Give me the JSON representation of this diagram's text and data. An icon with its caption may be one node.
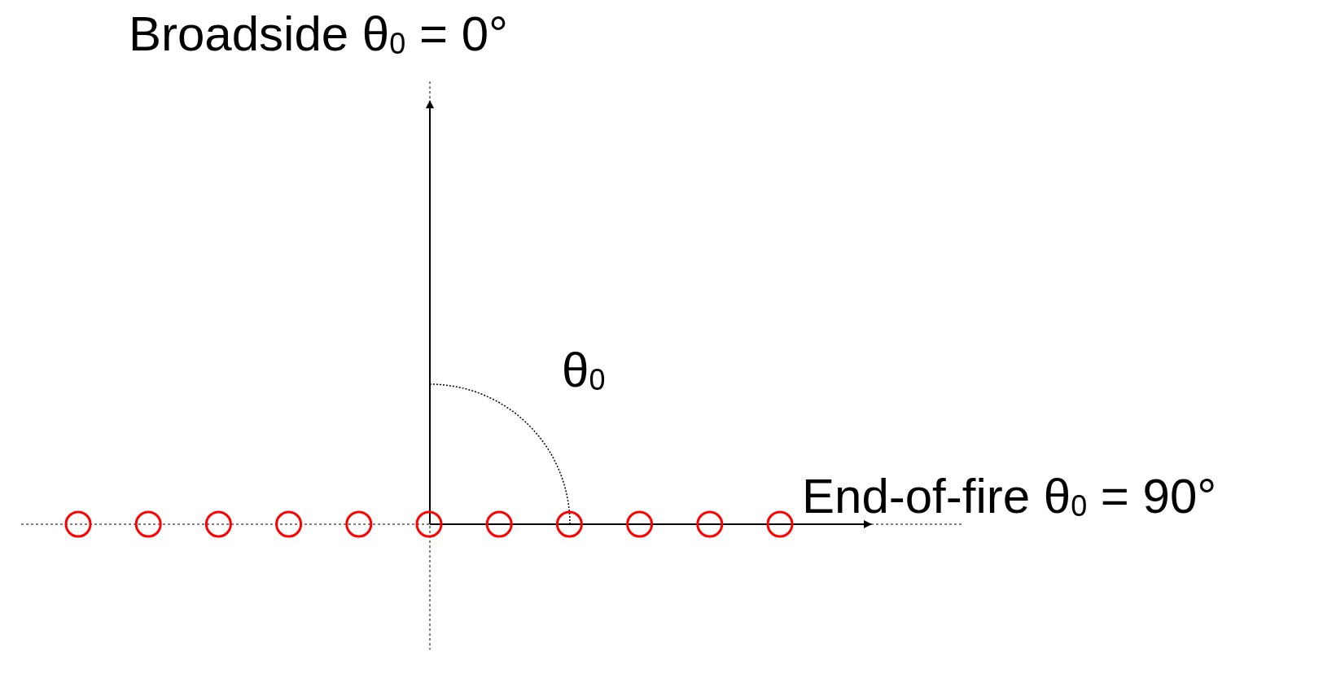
{
  "diagram": {
    "labels": [
      "Broadside θ$_{0}$ = 0°",
      "θ$_{0}$",
      "End-of-fire θ$_{0}$ = 90°"
    ]
  }
}
